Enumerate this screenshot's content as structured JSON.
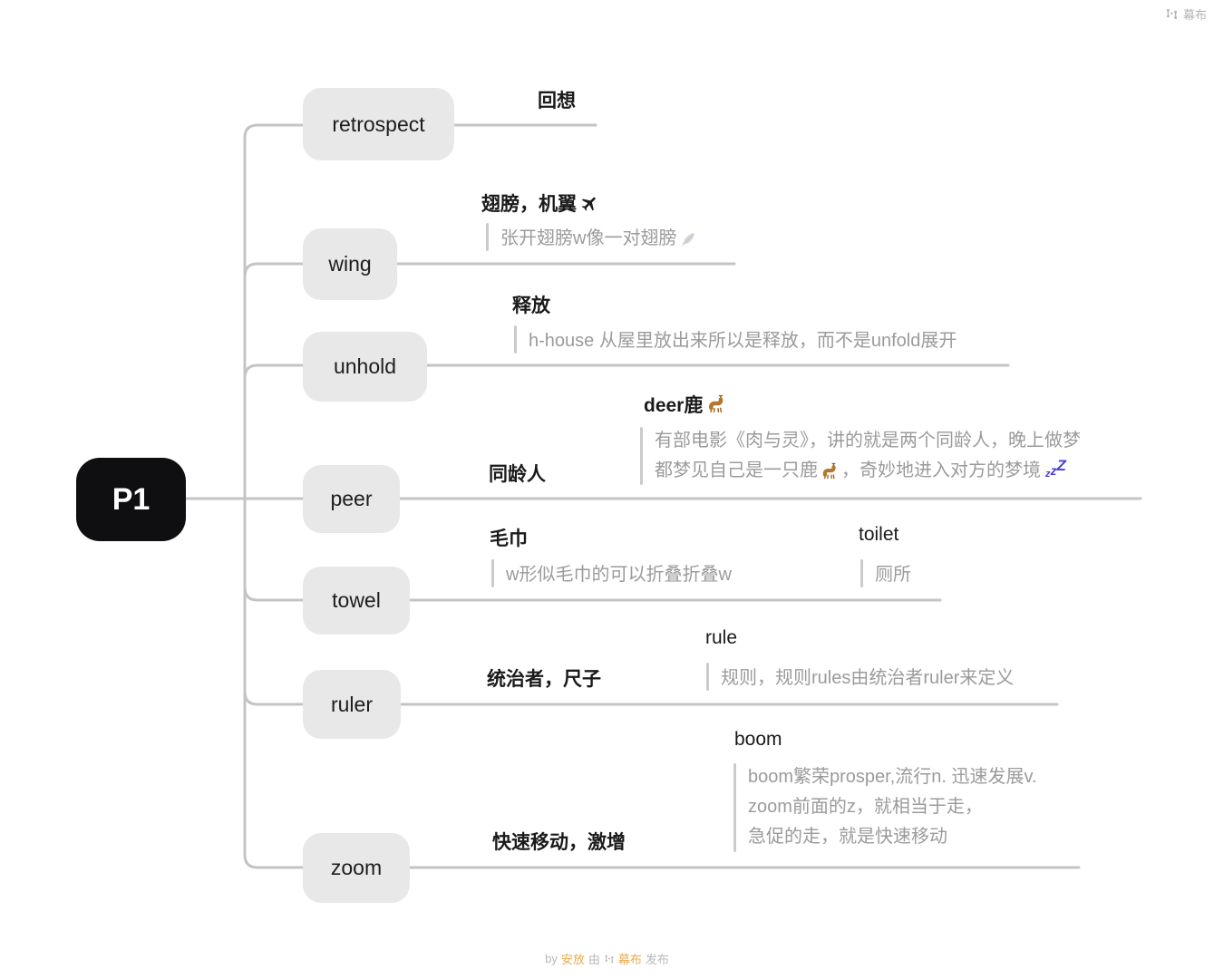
{
  "colors": {
    "box_gray": "#e8e8e8",
    "line_gray": "#c4c4c4",
    "note_gray": "#9b9b9b",
    "root_bg": "#0f0f12",
    "brand_orange": "#eaa94e",
    "zzz_purple": "#4a3fd4",
    "deer_brown": "#b5772f"
  },
  "root": {
    "label": "P1"
  },
  "watermark": {
    "brand": "幕布",
    "icon": "mubu-logo-icon"
  },
  "footer": {
    "by": "by",
    "author": "安放",
    "via": "由",
    "brand": "幕布",
    "publish": "发布",
    "icon": "mubu-logo-icon"
  },
  "icons": {
    "wing_meaning": "airplane-icon",
    "wing_note": "feather-icon",
    "deer_topic": "deer-icon",
    "deer_note": "deer-icon",
    "sleep": "zzz-icon",
    "zzz_parts": {
      "a": "z",
      "b": "z",
      "c": "Z"
    }
  },
  "branches": [
    {
      "word": "retrospect",
      "meaning": "回想"
    },
    {
      "word": "wing",
      "meaning": "翅膀，机翼",
      "note": "张开翅膀w像一对翅膀"
    },
    {
      "word": "unhold",
      "meaning": "释放",
      "note": "h-house 从屋里放出来所以是释放，而不是unfold展开"
    },
    {
      "word": "peer",
      "meaning": "同龄人",
      "child": {
        "word": "deer鹿",
        "note_line1": "有部电影《肉与灵》，讲的就是两个同龄人，晚上做梦",
        "note_line2_a": "都梦见自己是一只鹿",
        "note_line2_b": "，奇妙地进入对方的梦境"
      }
    },
    {
      "word": "towel",
      "meaning": "毛巾",
      "note": "w形似毛巾的可以折叠折叠w",
      "child": {
        "word": "toilet",
        "note": "厕所"
      }
    },
    {
      "word": "ruler",
      "meaning": "统治者，尺子",
      "child": {
        "word": "rule",
        "note": "规则，规则rules由统治者ruler来定义"
      }
    },
    {
      "word": "zoom",
      "meaning": "快速移动，激增",
      "child": {
        "word": "boom",
        "note_line1": "boom繁荣prosper,流行n.  迅速发展v.",
        "note_line2": "zoom前面的z，就相当于走，",
        "note_line3": "急促的走，就是快速移动"
      }
    }
  ]
}
